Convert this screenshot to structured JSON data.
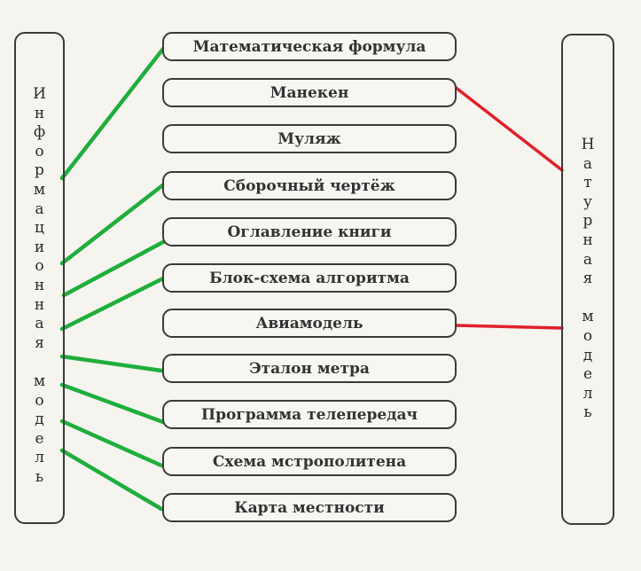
{
  "left_category": {
    "label": "Информационная модель",
    "words": [
      "Информационная",
      "модель"
    ]
  },
  "right_category": {
    "label": "Натурная модель",
    "words": [
      "Натурная",
      "модель"
    ]
  },
  "items": [
    {
      "label": "Математическая формула",
      "link": "information"
    },
    {
      "label": "Манекен",
      "link": "natural"
    },
    {
      "label": "Муляж",
      "link": "none"
    },
    {
      "label": "Сборочный чертёж",
      "link": "information"
    },
    {
      "label": "Оглавление книги",
      "link": "information"
    },
    {
      "label": "Блок-схема алгоритма",
      "link": "information"
    },
    {
      "label": "Авиамодель",
      "link": "natural"
    },
    {
      "label": "Эталон метра",
      "link": "information"
    },
    {
      "label": "Программа телепередач",
      "link": "information"
    },
    {
      "label": "Схема мстрополитена",
      "link": "information"
    },
    {
      "label": "Карта местности",
      "link": "information"
    }
  ],
  "colors": {
    "information_link": "#1fae3c",
    "natural_link": "#e0202a",
    "border": "#3a3a3a"
  }
}
